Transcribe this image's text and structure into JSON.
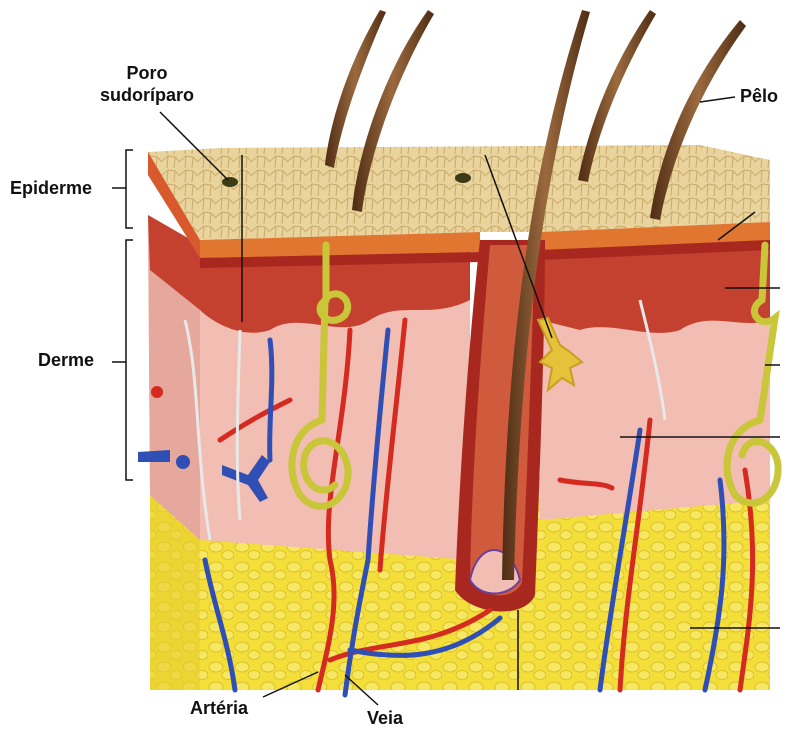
{
  "labels": {
    "poro_line1": "Poro",
    "poro_line2": "sudoríparo",
    "pelo": "Pêlo",
    "epiderme": "Epiderme",
    "derme": "Derme",
    "arteria": "Artéria",
    "veia": "Veia"
  },
  "colors": {
    "epidermis_surface": "#e6cf9a",
    "epidermis_cells": "#c9aa6a",
    "dermis_top": "#b8352a",
    "dermis": "#f0b8ae",
    "fat": "#f2dd3c",
    "hair": "#6e4222",
    "artery": "#d42a1f",
    "vein": "#2f4fb4",
    "gland": "#c9c63a",
    "line": "#111111"
  }
}
